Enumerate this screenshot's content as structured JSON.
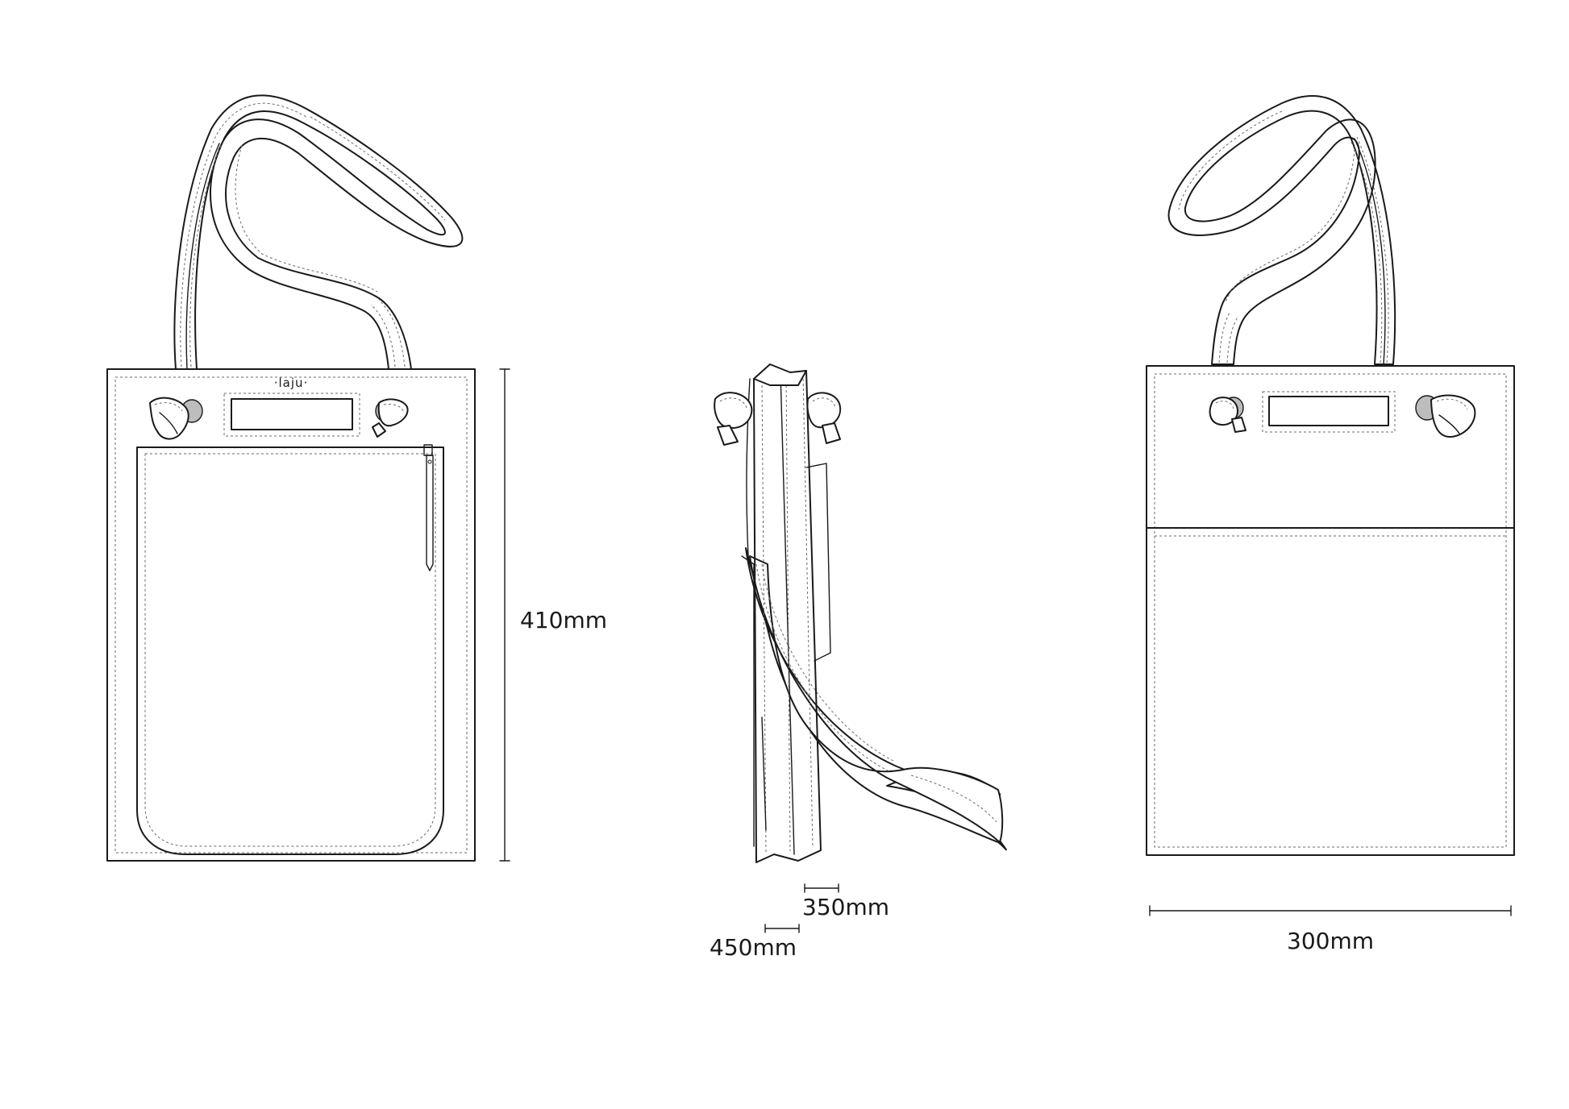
{
  "labels": {
    "front_height": "410mm",
    "side_depth_inner": "350mm",
    "side_depth_outer": "450mm",
    "back_width": "300mm",
    "logo": "·laju·"
  },
  "colors": {
    "line": "#1a1a1a",
    "stitch": "#6a6a6a",
    "background": "#ffffff"
  }
}
